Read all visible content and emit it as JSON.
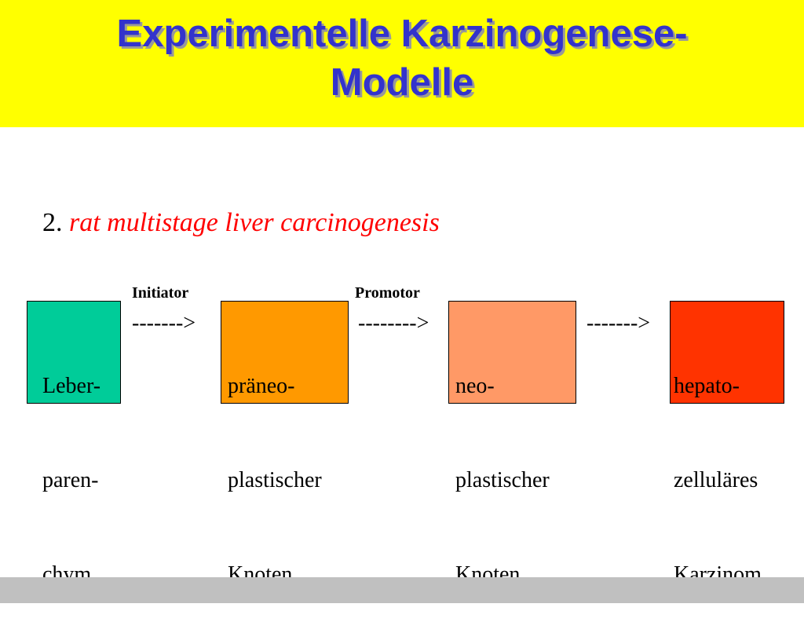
{
  "slide": {
    "title_line1": "Experimentelle Karzinogenese-",
    "title_line2": "Modelle",
    "subtitle_number": "2.",
    "subtitle_text": "rat multistage liver carcinogenesis"
  },
  "diagram": {
    "labels": {
      "initiator": "Initiator",
      "promotor": "Promotor"
    },
    "arrows": [
      "------->",
      "-------->",
      "------->"
    ],
    "stages": [
      {
        "lines": [
          "Leber-",
          "paren-",
          "chym"
        ],
        "color": "#00cc99"
      },
      {
        "lines": [
          "präneo-",
          "plastischer",
          "Knoten"
        ],
        "color": "#ff9900"
      },
      {
        "lines": [
          "neo-",
          "plastischer",
          "Knoten"
        ],
        "color": "#ff9966"
      },
      {
        "lines": [
          "hepato-",
          "zelluläres",
          "Karzinom"
        ],
        "color": "#ff3300"
      }
    ]
  },
  "colors": {
    "title_band": "#ffff00",
    "title_text": "#3333cc",
    "subtitle_italic": "#ff0000",
    "footer": "#c0c0c0"
  }
}
